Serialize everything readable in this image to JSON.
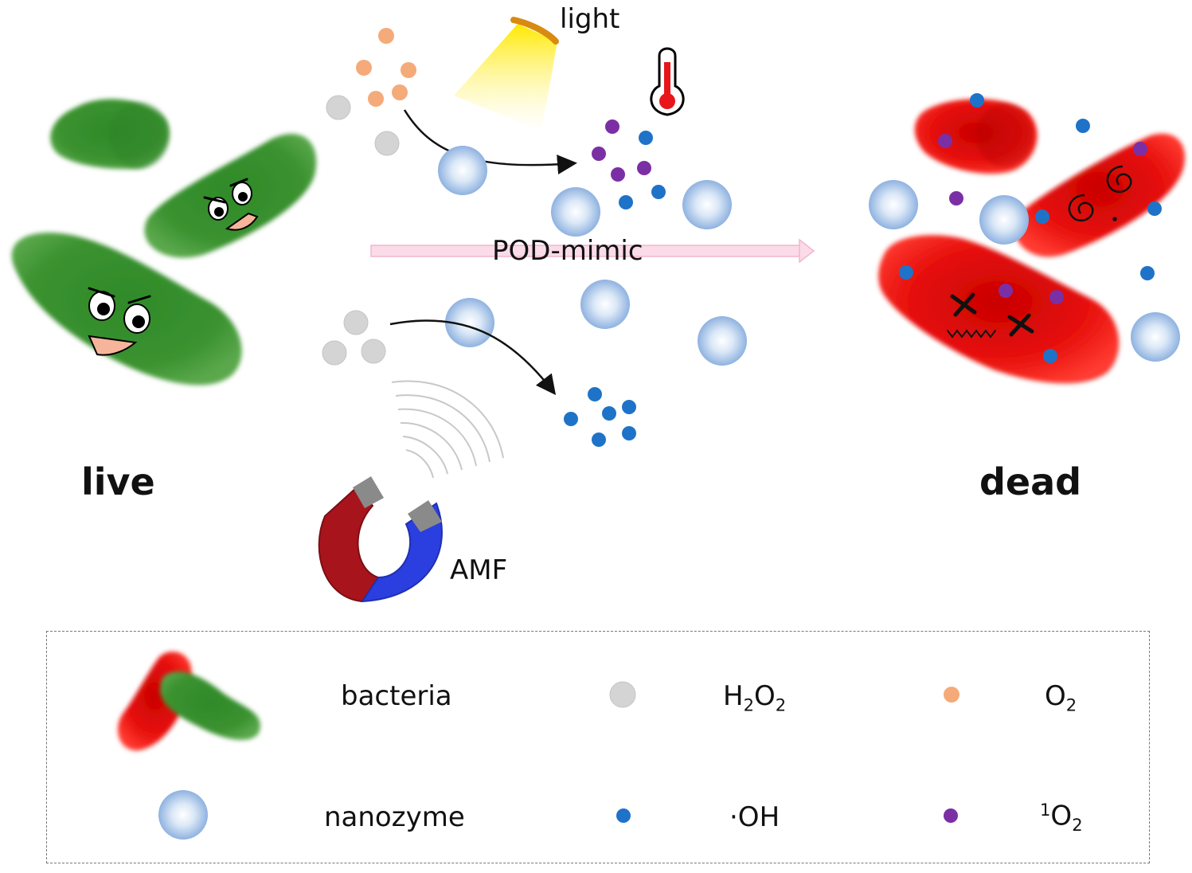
{
  "labels": {
    "light": "light",
    "pod_mimic": "POD-mimic",
    "amf": "AMF",
    "live": "live",
    "dead": "dead"
  },
  "legend": {
    "bacteria": "bacteria",
    "h2o2_main": "H",
    "h2o2_sub1": "2",
    "h2o2_o": "O",
    "h2o2_sub2": "2",
    "o2_main": "O",
    "o2_sub": "2",
    "nanozyme": "nanozyme",
    "oh": "·OH",
    "singlet_sup": "1",
    "singlet_main": "O",
    "singlet_sub": "2"
  },
  "colors": {
    "live_bacteria": "#3a8f2e",
    "dead_bacteria": "#e0110d",
    "h2o2": "#d4d4d4",
    "o2": "#f5aa7a",
    "oh_radical": "#1e73c8",
    "singlet_oxygen": "#7b2fa5",
    "nanozyme": "#a8c6ea",
    "pod_arrow": "#f8c8dc",
    "magnet_north": "#a8141c",
    "magnet_south": "#2b3fe0"
  },
  "icons": [
    "light-beam-icon",
    "thermometer-icon",
    "magnet-icon",
    "magnetic-wave-icon"
  ]
}
